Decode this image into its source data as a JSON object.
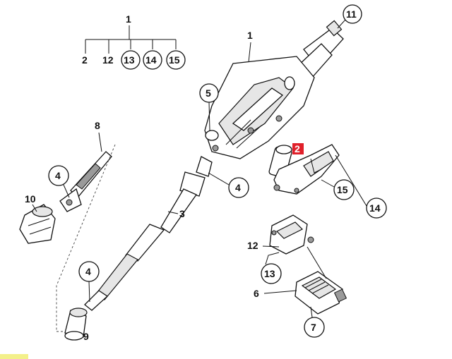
{
  "callouts": {
    "c1_top": "1",
    "c1_main": "1",
    "c2_tree": "2",
    "c12_tree": "12",
    "c13_tree": "13",
    "c14_tree": "14",
    "c15_tree": "15",
    "c11": "11",
    "c5": "5",
    "c2_red": "2",
    "c8": "8",
    "c4_left": "4",
    "c4_mid": "4",
    "c4_low": "4",
    "c10": "10",
    "c3": "3",
    "c15": "15",
    "c14": "14",
    "c12": "12",
    "c13": "13",
    "c6": "6",
    "c7": "7",
    "c9": "9"
  },
  "colors": {
    "highlight": "#e0202a",
    "line": "#111111",
    "footer_bar": "#f3f08a"
  }
}
